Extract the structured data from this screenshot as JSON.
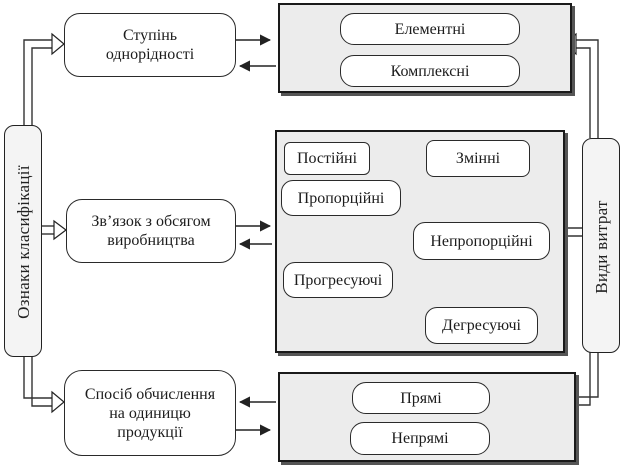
{
  "diagram": {
    "left_axis_label": "Ознаки класифікації",
    "right_axis_label": "Види витрат",
    "groups": [
      {
        "criterion": "Ступінь\nоднорідності",
        "types": [
          "Елементні",
          "Комплексні"
        ]
      },
      {
        "criterion": "Зв’язок з обсягом\nвиробництва",
        "types": {
          "constant": "Постійні",
          "variable": "Змінні",
          "proportional": "Пропорційні",
          "non_proportional": "Непропорційні",
          "progressive": "Прогресуючі",
          "degressive": "Дегресуючі"
        }
      },
      {
        "criterion": "Спосіб обчислення\nна одиницю\nпродукції",
        "types": [
          "Прямі",
          "Непрямі"
        ]
      }
    ]
  }
}
